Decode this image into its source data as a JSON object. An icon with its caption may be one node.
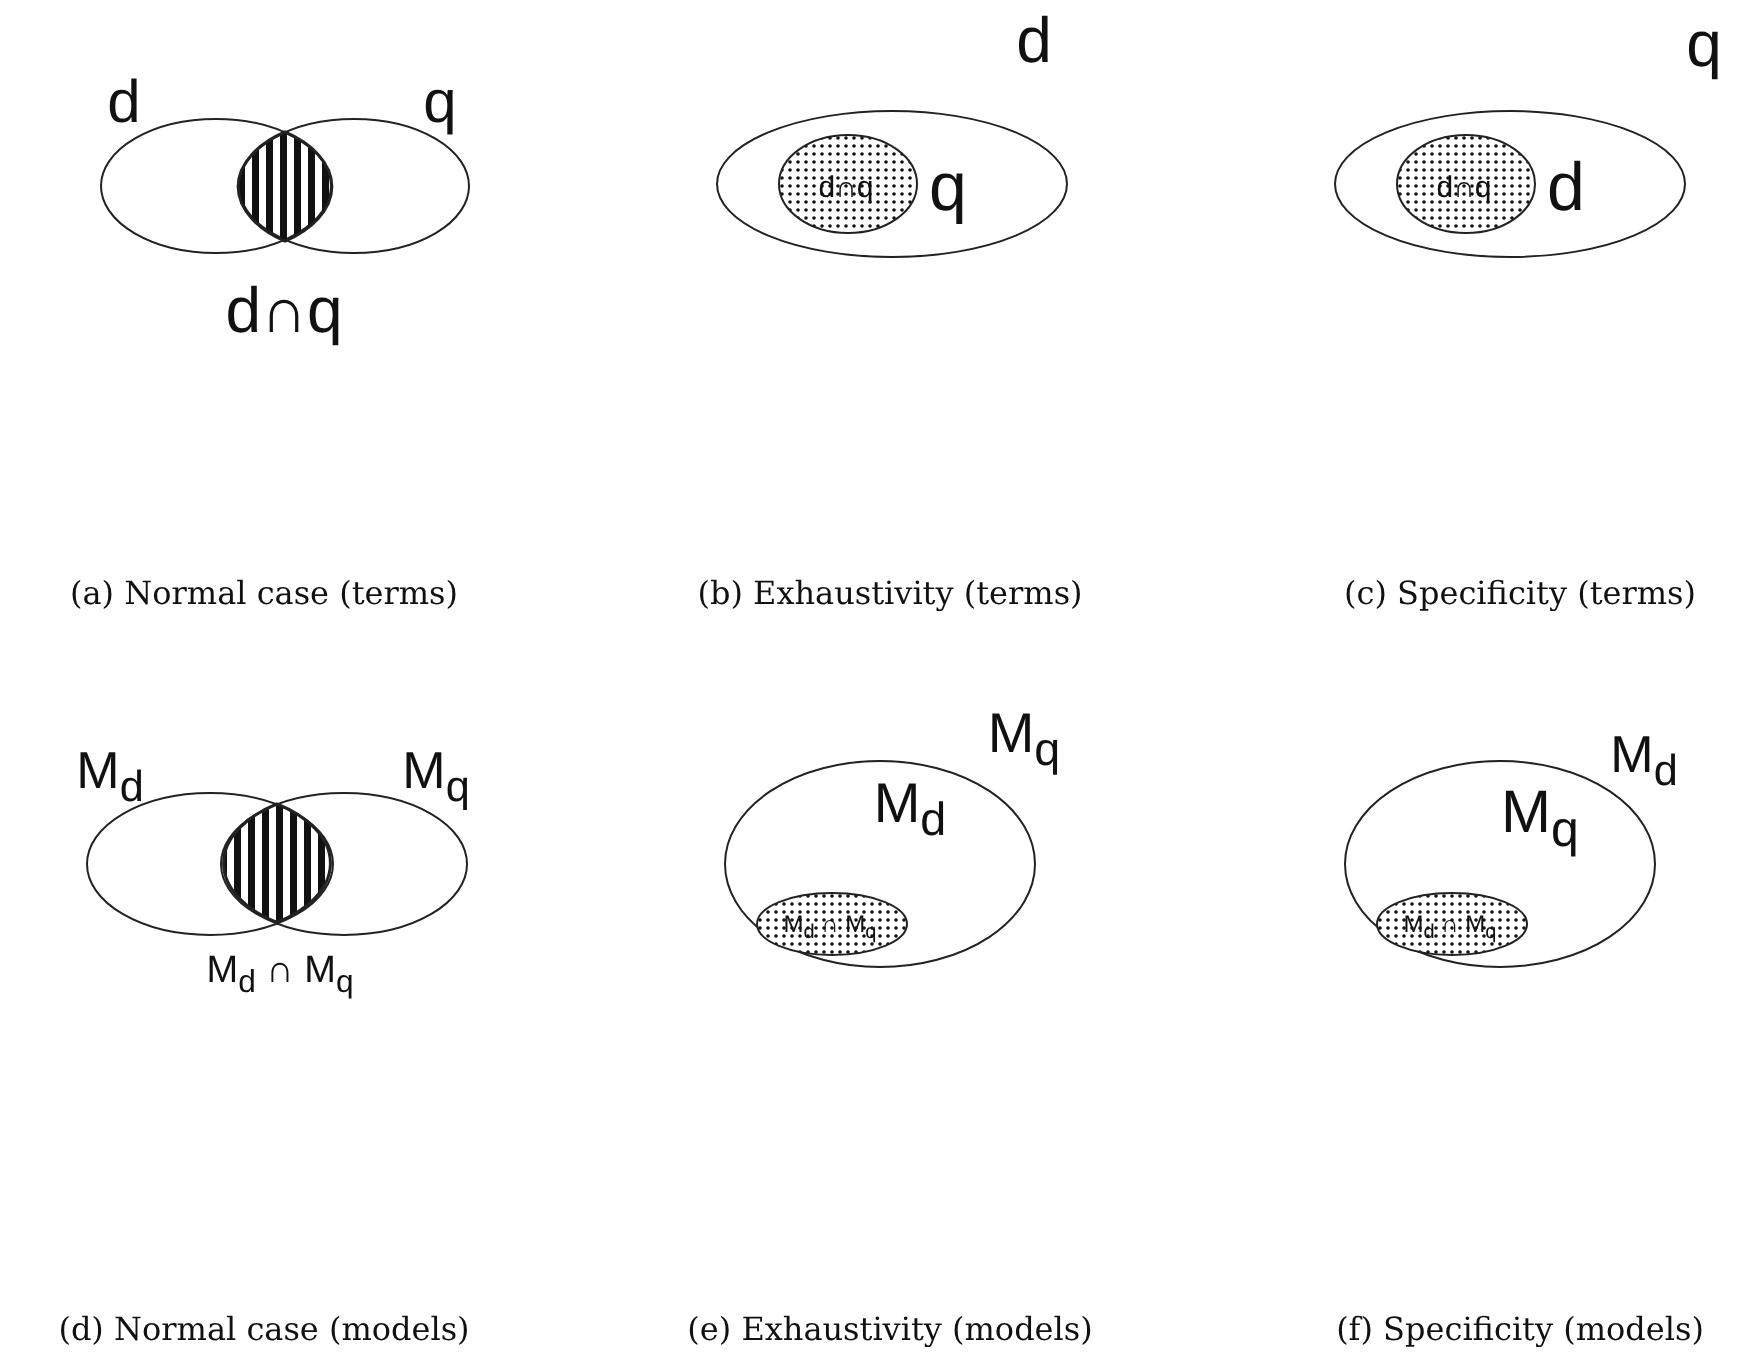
{
  "diagram": {
    "nodes": [
      {
        "text": [
          "d"
        ]
      },
      {
        "text": [
          "q"
        ]
      },
      {
        "text": [
          "d∩q"
        ]
      },
      {
        "text": [
          "d"
        ]
      },
      {
        "text": [
          "d∩q"
        ],
        "beside": [
          "q"
        ],
        "in": 3
      },
      {
        "text": [
          "q"
        ]
      },
      {
        "text": [
          "d∩q"
        ],
        "beside": [
          "d"
        ],
        "in": 5
      },
      {
        "text": [
          "M$_{d}$"
        ]
      },
      {
        "text": [
          "M$_{q}$"
        ]
      },
      {
        "text": [
          "M$_{d}$ ∩ M$_{q}$"
        ]
      },
      {
        "text": [
          "M$_{q}$"
        ]
      },
      {
        "text": [
          "M$_{d}$ ∩ M$_{q}$"
        ],
        "beside": [
          "M$_{d}$"
        ],
        "in": 10
      },
      {
        "text": [
          "M$_{d}$"
        ]
      },
      {
        "text": [
          "M$_{d}$ ∩ M$_{q}$"
        ],
        "beside": [
          "M$_{q}$"
        ],
        "in": 12
      }
    ],
    "labels": [
      "(a) Normal case (terms)",
      "(b) Exhaustivity (terms)",
      "(c) Specificity (terms)",
      "(d) Normal case (models)",
      "(e) Exhaustivity (models)",
      "(f) Specificity (models)"
    ]
  }
}
